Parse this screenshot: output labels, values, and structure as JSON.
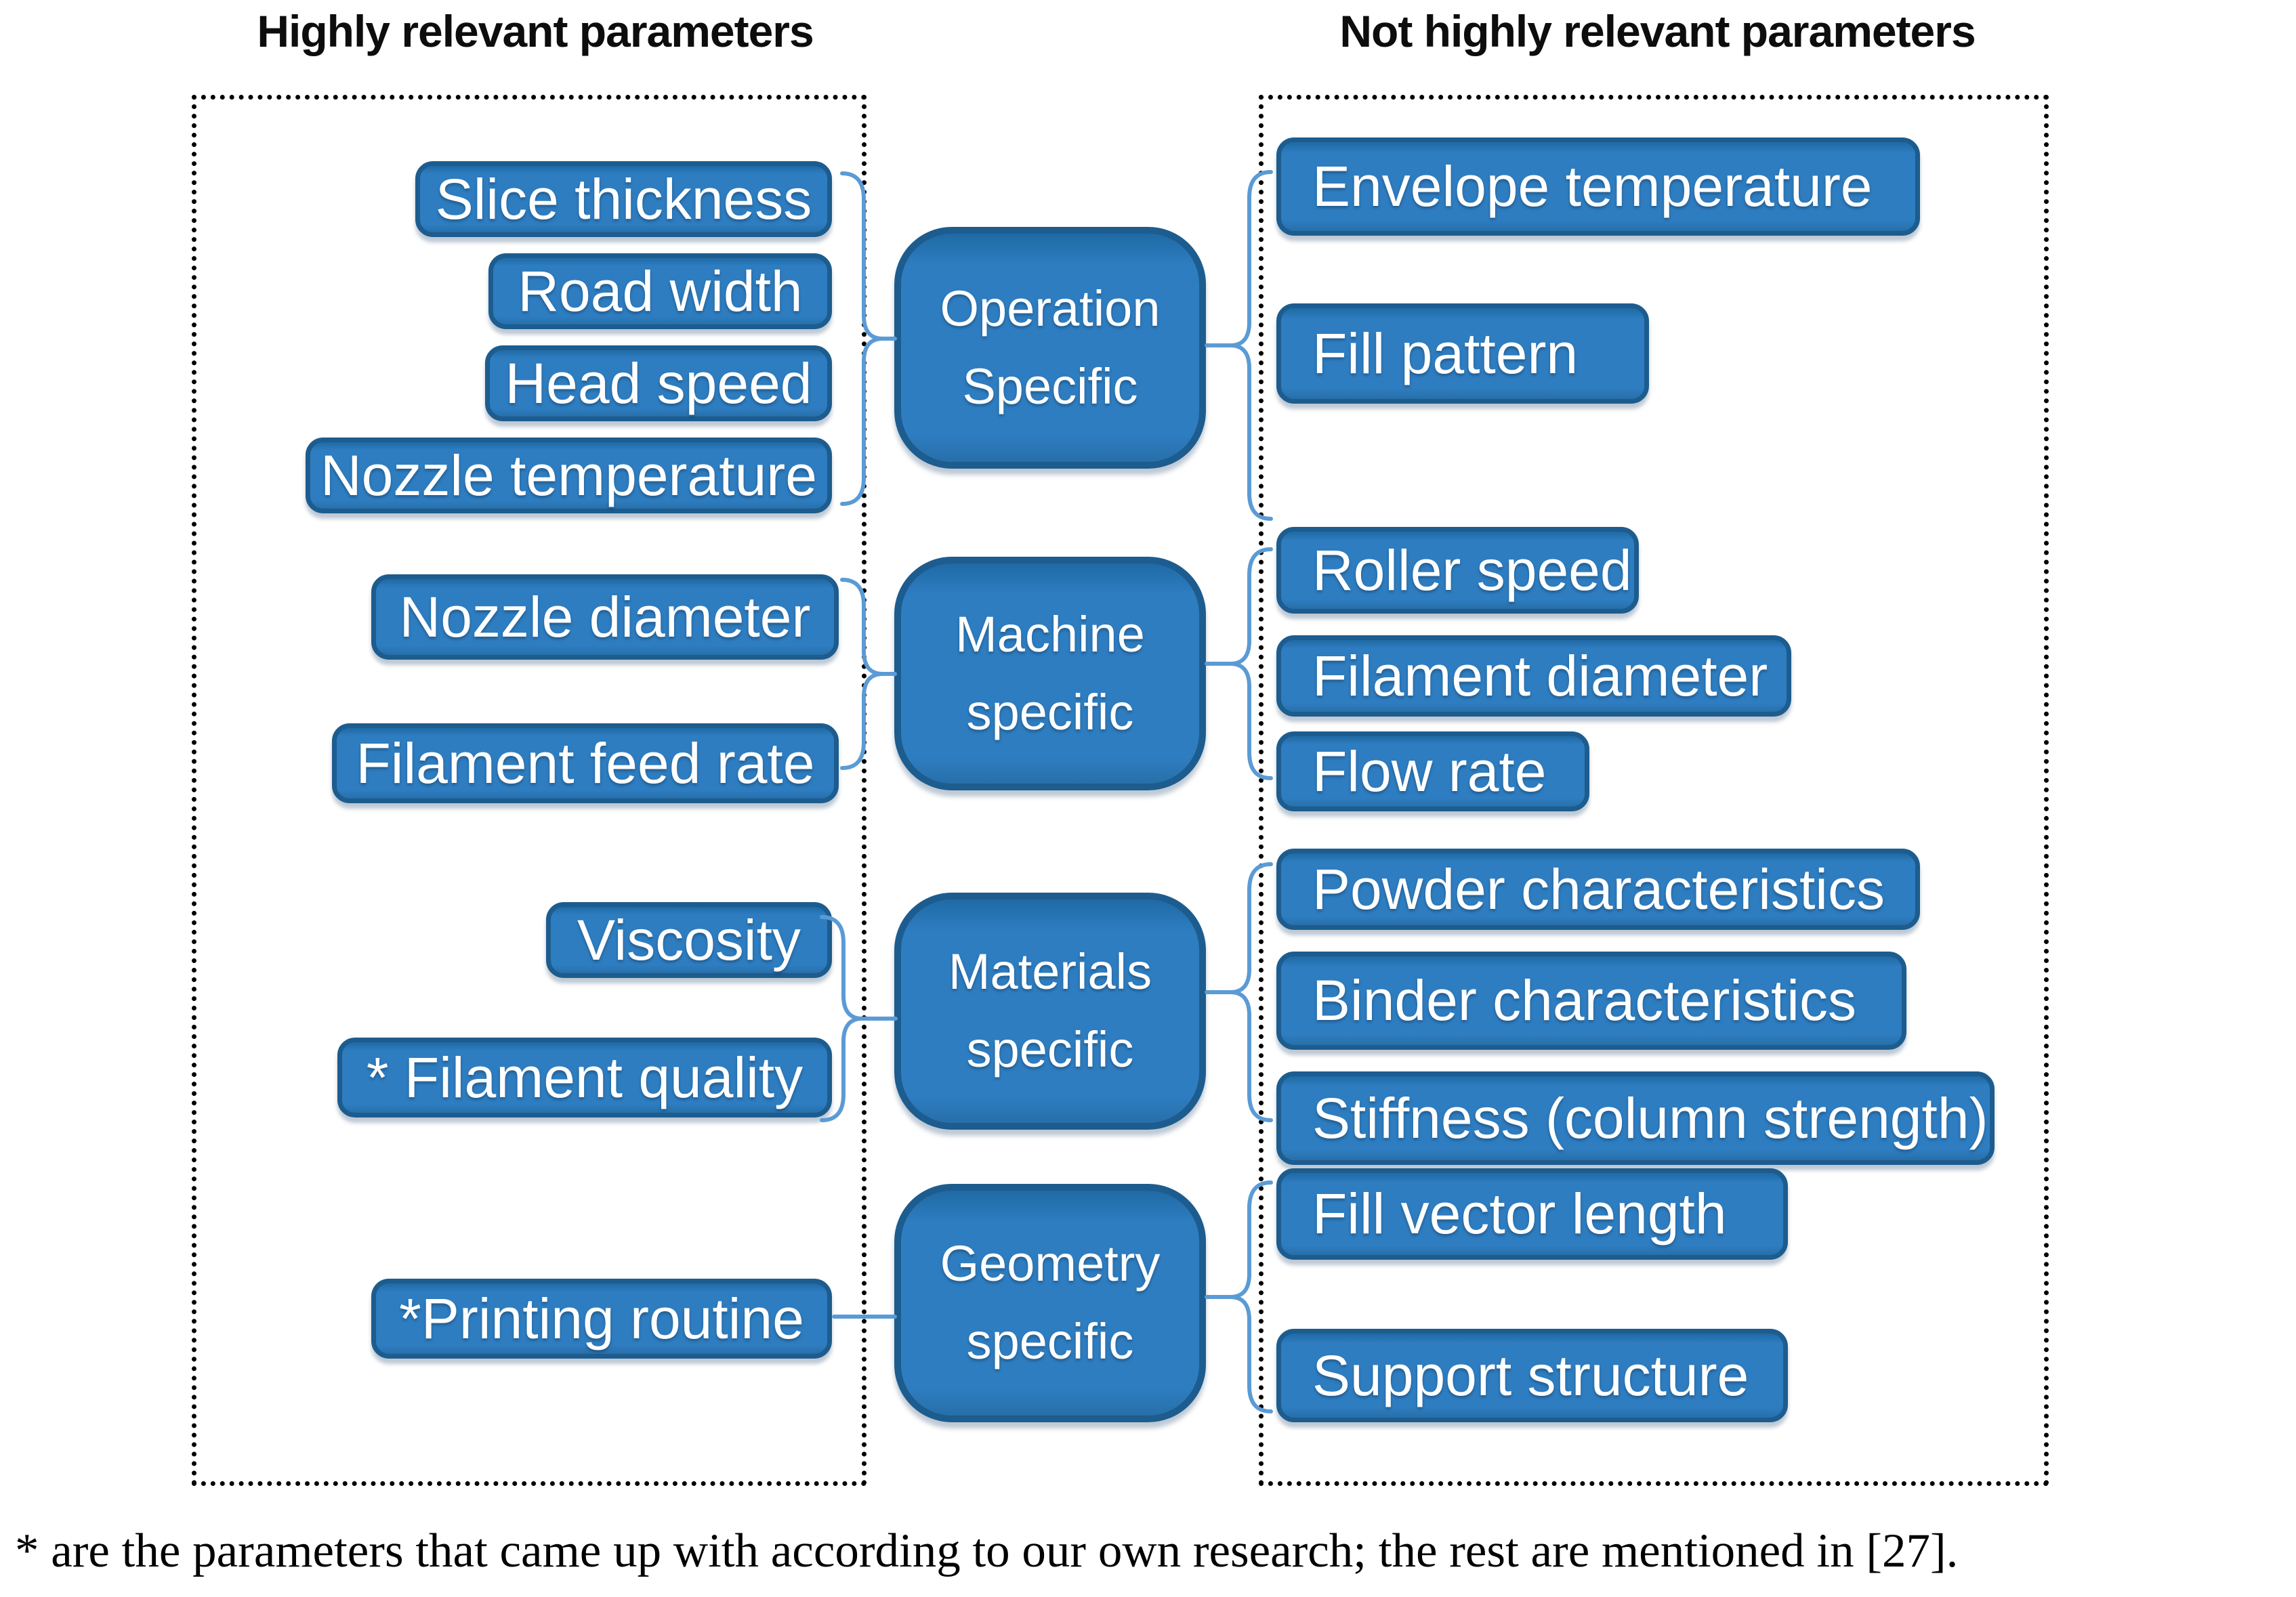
{
  "header": {
    "left_title": "Highly relevant parameters",
    "right_title": "Not highly relevant parameters"
  },
  "groups": {
    "highly_relevant": {
      "items": [
        "Slice thickness",
        "Road width",
        "Head speed",
        "Nozzle temperature",
        "Nozzle diameter",
        "Filament feed rate",
        "Viscosity",
        "* Filament quality",
        "*Printing routine"
      ]
    },
    "not_highly_relevant": {
      "items": [
        "Envelope temperature",
        "Fill pattern",
        "Roller speed",
        "Filament diameter",
        "Flow rate",
        "Powder characteristics",
        "Binder characteristics",
        "Stiffness (column strength)",
        "Fill vector length",
        "Support structure"
      ]
    }
  },
  "categories": [
    {
      "line1": "Operation",
      "line2": "Specific"
    },
    {
      "line1": "Machine",
      "line2": "specific"
    },
    {
      "line1": "Materials",
      "line2": "specific"
    },
    {
      "line1": "Geometry",
      "line2": "specific"
    }
  ],
  "footnote": "* are the parameters that came up with according to our own research; the rest are mentioned in [27].",
  "colors": {
    "box_fill": "#2e7dc1",
    "box_border": "#1d5c8e",
    "brace": "#5B9BD5",
    "title_text": "#0d0d0d",
    "box_text": "#ffffff",
    "dotted_border": "#000000"
  }
}
